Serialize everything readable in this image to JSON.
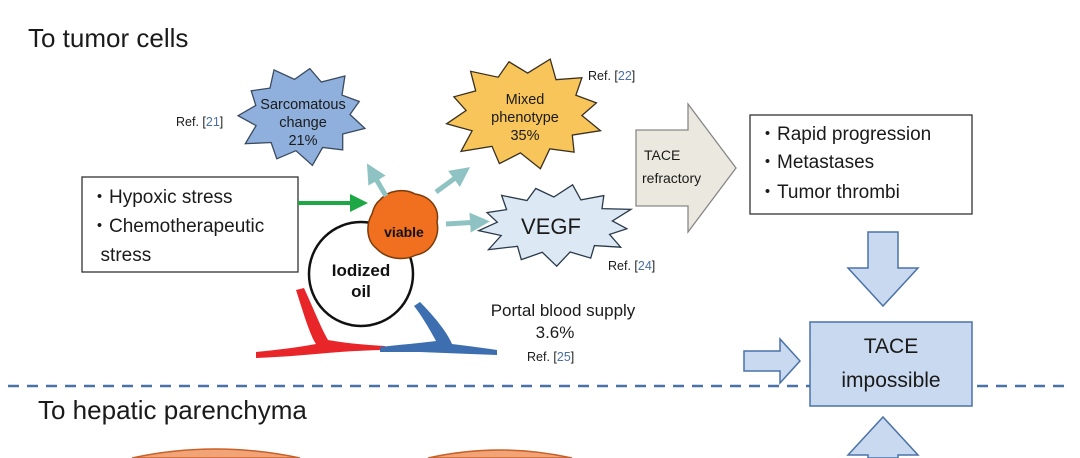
{
  "sections": {
    "tumor_cells": "To tumor cells",
    "hepatic_parenchyma": "To hepatic parenchyma"
  },
  "stress_box": {
    "lines": [
      "・Hypoxic stress",
      "・Chemotherapeutic",
      "  stress"
    ]
  },
  "lipiodol": {
    "line1": "Iodized",
    "line2": "oil",
    "viable_label": "viable"
  },
  "stars": {
    "sarcomatous": {
      "lines": [
        "Sarcomatous",
        "change",
        "21%"
      ],
      "ref_prefix": "Ref. [",
      "ref_num": "21",
      "ref_suffix": "]"
    },
    "mixed": {
      "lines": [
        "Mixed",
        "phenotype",
        "35%"
      ],
      "ref_prefix": "Ref. [",
      "ref_num": "22",
      "ref_suffix": "]"
    },
    "vegf": {
      "label": "VEGF",
      "ref_prefix": "Ref. [",
      "ref_num": "24",
      "ref_suffix": "]"
    }
  },
  "portal": {
    "line1": "Portal blood supply",
    "line2": "3.6%",
    "ref_prefix": "Ref. [",
    "ref_num": "25",
    "ref_suffix": "]"
  },
  "refractory_arrow": {
    "line1": "TACE",
    "line2": "refractory"
  },
  "outcome_box": {
    "lines": [
      "・Rapid progression",
      "・Metastases",
      "・Tumor thrombi"
    ]
  },
  "impossible_box": {
    "line1": "TACE",
    "line2": "impossible"
  },
  "colors": {
    "sarcomatous_fill": "#8fb0dc",
    "mixed_fill": "#f8c55a",
    "vegf_fill": "#dde8f5",
    "viable_fill": "#f07020",
    "arrow_teal": "#8fc3c3",
    "arrow_green": "#1ea845",
    "block_blue": "#c9d9ef",
    "divider": "#4a72a8",
    "vessel_red": "#e8262a",
    "vessel_blue": "#3d6fb0",
    "parenchyma": "#f2a477"
  }
}
